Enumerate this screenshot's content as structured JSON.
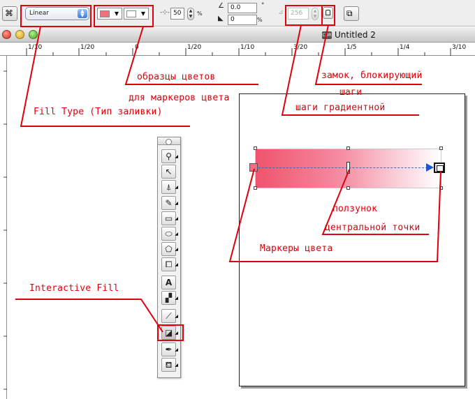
{
  "propertybar": {
    "fill_type_value": "Linear",
    "start_color": "#f0707f",
    "end_color": "#ffffff",
    "midpoint_value": "50",
    "midpoint_unit": "%",
    "angle_value": "0.0",
    "angle_unit": "°",
    "edge_pad_value": "0",
    "edge_pad_unit": "%",
    "steps_value": "256"
  },
  "window": {
    "title": "Untitled 2"
  },
  "ruler": {
    "labels": [
      "1/10",
      "1/20",
      "0",
      "1/20",
      "1/10",
      "3/20",
      "1/5",
      "1/4",
      "3/10"
    ]
  },
  "annotations": {
    "color_samples": "образцы цветов",
    "for_color_markers": "для маркеров цвета",
    "fill_type": "Fill Type (Тип заливки)",
    "lock_steps_1": "замок, блокирующий",
    "lock_steps_2": "шаги",
    "gradient_steps": "шаги градиентной",
    "midpoint_slider_1": "ползунок",
    "midpoint_slider_2": "центральной точки",
    "color_markers": "Маркеры цвета",
    "interactive_fill": "Interactive Fill"
  },
  "colors": {
    "annotation": "#e0000c",
    "gradient_start": "#f0536d",
    "gradient_end": "#ffffff",
    "vector_arrow": "#1f56c9"
  },
  "toolbox_icons": [
    "zoom-icon",
    "pick-arrow-icon",
    "shape-icon",
    "freehand-icon",
    "rectangle-icon",
    "ellipse-icon",
    "polygon-icon",
    "basic-shapes-icon",
    "text-icon",
    "interactive-blend-icon",
    "eyedropper-icon",
    "interactive-fill-icon",
    "outline-pen-icon",
    "fill-bucket-icon"
  ]
}
